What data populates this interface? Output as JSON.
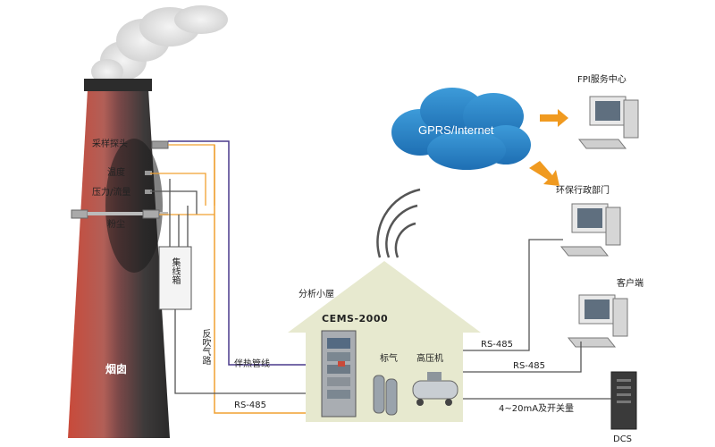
{
  "chimney": {
    "name": "烟囱",
    "sensors": [
      "采样探头",
      "温度",
      "压力/流量",
      "粉尘"
    ]
  },
  "junction_box": "集线箱",
  "backflush_line": "反吹气路",
  "heated_line": "伴热管线",
  "rs485_left": "RS-485",
  "house": {
    "name": "分析小屋",
    "system": "CEMS-2000",
    "gas_label": "标气",
    "compressor_label": "高压机"
  },
  "cloud": "GPRS/Internet",
  "receivers": {
    "fpi": "FPI服务中心",
    "epa": "环保行政部门",
    "client": "客户端",
    "dcs": "DCS"
  },
  "links": {
    "rs485_client": "RS-485",
    "rs485_dcs": "RS-485",
    "analog": "4~20mA及开关量"
  },
  "colors": {
    "line_orange": "#f0a030",
    "line_purple": "#4a3a8c",
    "line_gray": "#555555",
    "cloud": "#2a83c7",
    "arrow": "#f09a20",
    "house": "#e7e9cf"
  }
}
